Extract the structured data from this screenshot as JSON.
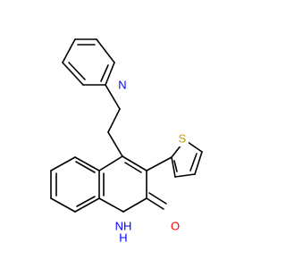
{
  "atoms": {
    "pyridine_n": {
      "text": "N",
      "color": "#0000ff"
    },
    "thiophene_s": {
      "text": "S",
      "color": "#b8a100"
    },
    "amide_nh": {
      "text": "NH",
      "color": "#0000ff"
    },
    "amide_h": {
      "text": "H",
      "color": "#0000ff"
    },
    "carbonyl_o": {
      "text": "O",
      "color": "#ff0000"
    }
  }
}
